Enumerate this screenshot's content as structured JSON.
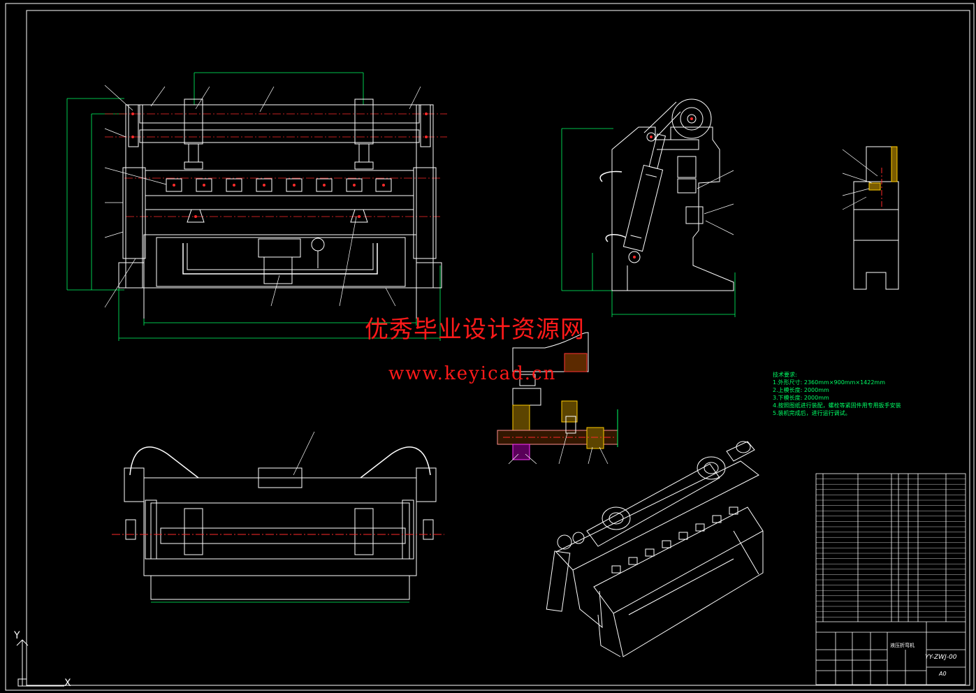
{
  "watermark": {
    "title": "优秀毕业设计资源网",
    "url": "www.keyicad.cn"
  },
  "tech_notes": {
    "heading": "技术要求:",
    "items": [
      "1.外形尺寸: 2360mm×900mm×1422mm",
      "2.上模长度: 2000mm",
      "3.下模长度: 2000mm",
      "4.按照图纸进行装配，螺栓等紧固件用专用扳手安装",
      "5.装机完成后，进行运行调试。"
    ]
  },
  "title_block": {
    "drawing_name": "液压折弯机",
    "drawing_number": "YY-ZWJ-00",
    "sheet_size": "A0"
  },
  "axes": {
    "y": "Y",
    "x": "X"
  },
  "colors": {
    "background": "#000000",
    "outline": "#ffffff",
    "centerline": "#ff2a2a",
    "hatch": "#ffcc00",
    "pipe_accent": "#ff33ff",
    "dimension": "#00ff66",
    "watermark": "#ff1a1a"
  }
}
